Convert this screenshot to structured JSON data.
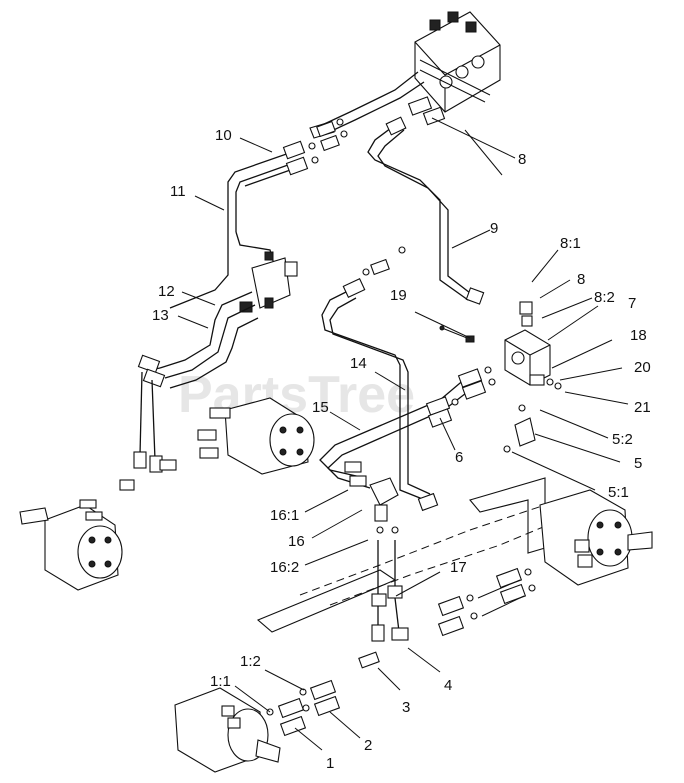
{
  "watermark": "PartsTree",
  "callouts": {
    "c1": "1",
    "c1_1": "1:1",
    "c1_2": "1:2",
    "c2": "2",
    "c3": "3",
    "c4": "4",
    "c5": "5",
    "c5_1": "5:1",
    "c5_2": "5:2",
    "c6": "6",
    "c7": "7",
    "c8a": "8",
    "c8b": "8",
    "c8_1": "8:1",
    "c8_2": "8:2",
    "c9": "9",
    "c10": "10",
    "c11": "11",
    "c12": "12",
    "c13": "13",
    "c14": "14",
    "c15": "15",
    "c16": "16",
    "c16_1": "16:1",
    "c16_2": "16:2",
    "c17": "17",
    "c18": "18",
    "c19": "19",
    "c20": "20",
    "c21": "21"
  }
}
